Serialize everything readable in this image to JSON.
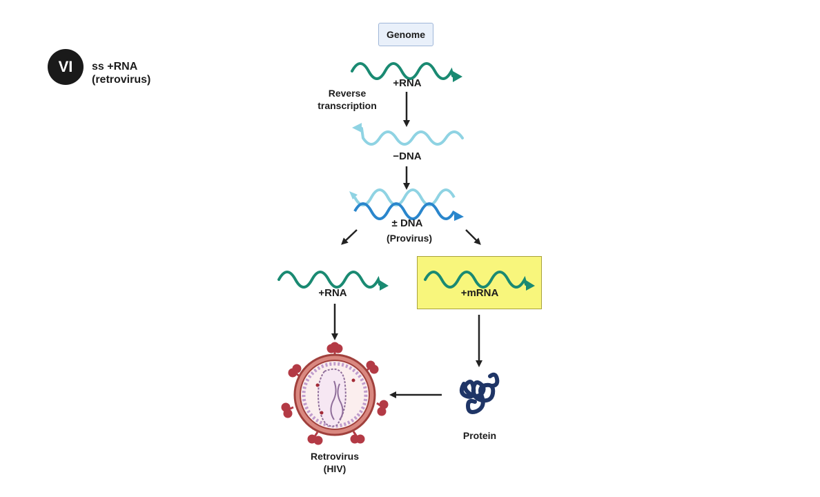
{
  "header": {
    "badge": "VI",
    "class_line1": "ss +RNA",
    "class_line2": "(retrovirus)"
  },
  "diagram": {
    "genome_label": "Genome",
    "rna_top_label": "+RNA",
    "reverse_line1": "Reverse",
    "reverse_line2": "transcription",
    "minus_dna_label": "−DNA",
    "ds_dna_label": "± DNA",
    "provirus_label": "(Provirus)",
    "rna_left_label": "+RNA",
    "mrna_label": "+mRNA",
    "protein_label": "Protein",
    "retrovirus_line1": "Retrovirus",
    "retrovirus_line2": "(HIV)"
  },
  "colors": {
    "rna_green": "#1a8a72",
    "dna_light": "#8fd3e3",
    "dna_blue": "#2a86cc",
    "mrna_highlight": "#f8f67c",
    "protein_navy": "#1f3566",
    "virus_red": "#b33a45",
    "arrow": "#222222"
  },
  "icons": [
    "rna-strand-icon",
    "dna-strand-icon",
    "double-helix-icon",
    "protein-icon",
    "retrovirus-icon"
  ]
}
